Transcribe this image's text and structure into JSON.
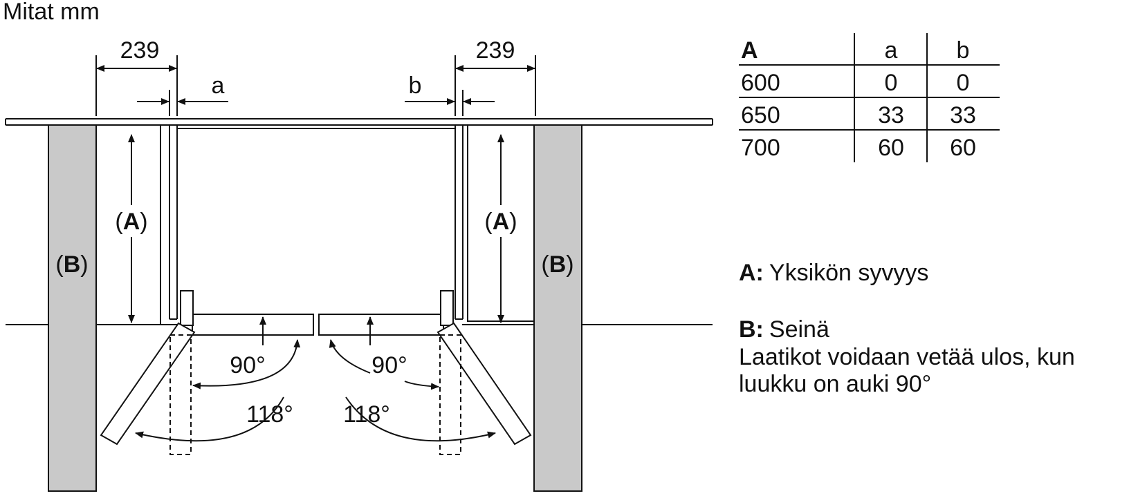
{
  "title": "Mitat mm",
  "dimensions": {
    "left_width": "239",
    "right_width": "239",
    "left_gap": "a",
    "right_gap": "b"
  },
  "labels": {
    "depth_marker": "(A)",
    "depth_letter": "A",
    "wall_marker": "(B)",
    "wall_letter": "B",
    "open_angle": "90°",
    "max_angle": "118°"
  },
  "colors": {
    "wall_fill": "#c9c9c9",
    "line": "#111111"
  },
  "table": {
    "headers": [
      "A",
      "a",
      "b"
    ],
    "rows": [
      [
        "600",
        "0",
        "0"
      ],
      [
        "650",
        "33",
        "33"
      ],
      [
        "700",
        "60",
        "60"
      ]
    ]
  },
  "legend": {
    "a_key": "A:",
    "a_text": "Yksikön syvyys",
    "b_key": "B:",
    "b_text": "Seinä",
    "note_line1": "Laatikot voidaan vetää ulos, kun",
    "note_line2": "luukku on auki 90°"
  }
}
